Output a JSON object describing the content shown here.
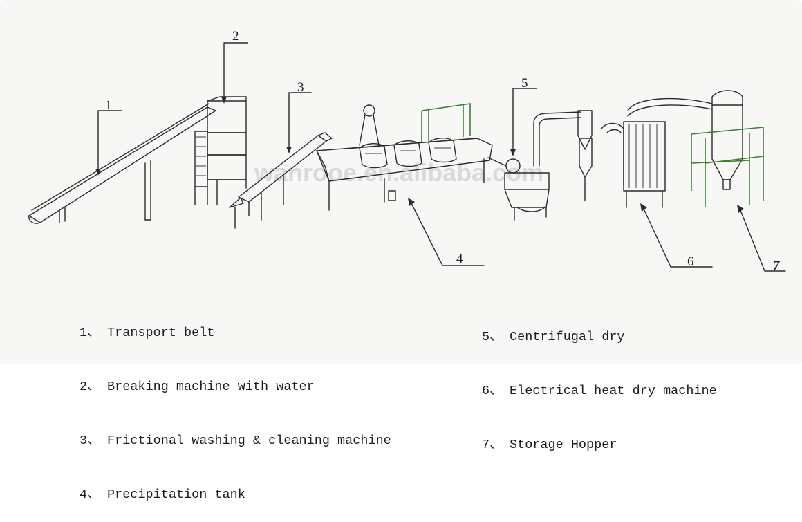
{
  "watermark": "wanrooe.en.alibaba.com",
  "callouts": [
    "1",
    "2",
    "3",
    "4",
    "5",
    "6",
    "7"
  ],
  "legend_left": [
    {
      "num": "1、",
      "label": "Transport belt"
    },
    {
      "num": "2、",
      "label": "Breaking machine with water"
    },
    {
      "num": "3、",
      "label": "Frictional washing & cleaning machine"
    },
    {
      "num": "4、",
      "label": "Precipitation tank"
    }
  ],
  "legend_right": [
    {
      "num": "5、",
      "label": "Centrifugal dry"
    },
    {
      "num": "6、",
      "label": "Electrical heat dry machine"
    },
    {
      "num": "7、",
      "label": "Storage Hopper"
    }
  ],
  "colors": {
    "line": "#2a2a2a",
    "frame_green": "#3f7d3a",
    "background": "#f7f7f5"
  }
}
